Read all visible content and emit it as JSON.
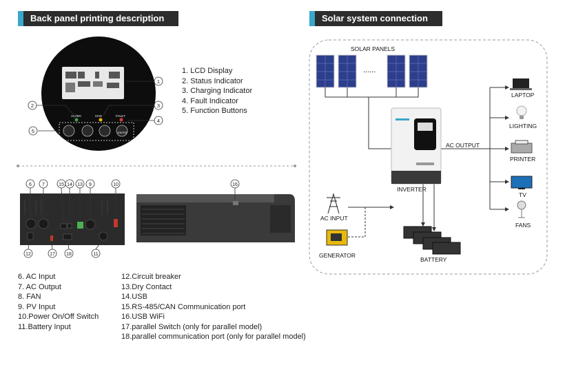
{
  "headers": {
    "back_panel": "Back panel printing description",
    "solar": "Solar system connection"
  },
  "front_items": [
    "1.  LCD Display",
    "2.  Status Indicator",
    "3.  Charging Indicator",
    "4.  Fault Indicator",
    "5.  Function Buttons"
  ],
  "callouts_front": [
    "1",
    "2",
    "3",
    "4",
    "5"
  ],
  "indicator_labels": {
    "ac_inv": "AC/INV",
    "chg": "CHG",
    "fault": "FAULT"
  },
  "button_labels": {
    "enter": "ENTER"
  },
  "callouts_back": [
    "6",
    "7",
    "15",
    "14",
    "13",
    "9",
    "10",
    "16",
    "12",
    "17",
    "18",
    "11"
  ],
  "back_items_left": [
    "6.  AC Input",
    "7.  AC Output",
    "8.  FAN",
    "9.  PV Input",
    "10.Power On/Off Switch",
    "11.Battery Input"
  ],
  "back_items_right": [
    "12.Circuit breaker",
    "13.Dry Contact",
    "14.USB",
    "15.RS-485/CAN Communication port",
    "16.USB WiFi",
    "17.parallel Switch (only for parallel model)",
    "18.parallel communication port (only for parallel model)"
  ],
  "solar": {
    "solar_panels": "SOLAR PANELS",
    "dots": "......",
    "ac_output": "AC OUTPUT",
    "inverter": "INVERTER",
    "ac_input": "AC INPUT",
    "generator": "GENERATOR",
    "battery": "BATTERY",
    "loads": [
      "LAPTOP",
      "LIGHTING",
      "PRINTER",
      "TV",
      "FANS"
    ]
  },
  "colors": {
    "accent": "#3aa6c9",
    "header_bg": "#2d2d2d",
    "fault": "#e23b2e",
    "chg": "#f2b400"
  }
}
